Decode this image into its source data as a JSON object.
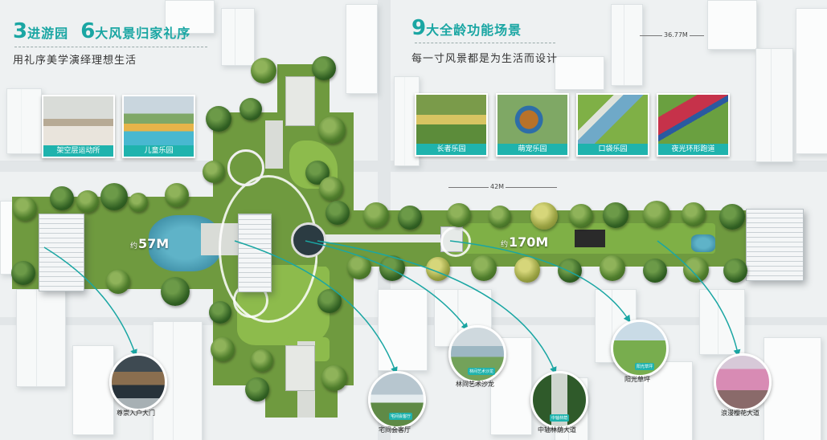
{
  "left_header": {
    "num1": "3",
    "text1": "进游园",
    "num2": "6",
    "text2": "大风景归家礼序",
    "subtitle": "用礼序美学演绎理想生活"
  },
  "right_header": {
    "num": "9",
    "text": "大全龄功能场景",
    "subtitle": "每一寸风景都是为生活而设计"
  },
  "left_cards": [
    "架空层运动所",
    "儿童乐园"
  ],
  "right_cards": [
    "长者乐园",
    "萌宠乐园",
    "口袋乐园",
    "夜光环形跑道"
  ],
  "measurements": {
    "top_width": "36.77M",
    "mid_width": "42M",
    "axis1_prefix": "约",
    "axis1": "57M",
    "axis2_prefix": "约",
    "axis2": "170M"
  },
  "spots": [
    {
      "label": "尊崇入户大门"
    },
    {
      "label": "宅间会客厅",
      "badge": "宅间会客厅"
    },
    {
      "label": "林间艺术沙龙",
      "badge": "林间艺术沙龙"
    },
    {
      "label": "中轴林荫大道",
      "badge": "中轴林荫"
    },
    {
      "label": "阳光草坪",
      "badge": "阳光草坪"
    },
    {
      "label": "浪漫樱花大道"
    }
  ],
  "colors": {
    "accent": "#1aa6a3",
    "caption_bg": "#1fb3ad",
    "grass": "#8dbb4c"
  }
}
